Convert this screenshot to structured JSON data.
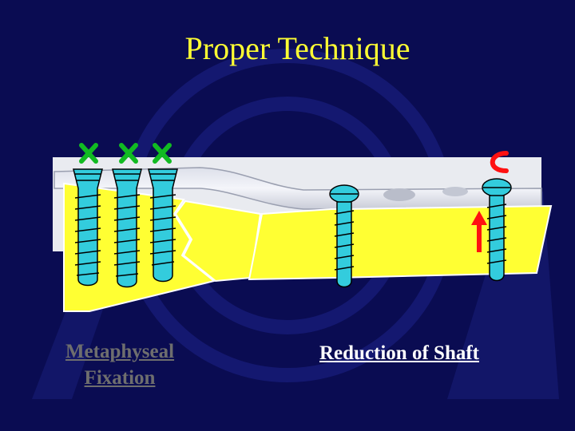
{
  "slide": {
    "title": "Proper Technique",
    "left_caption": [
      "Metaphyseal",
      "Fixation"
    ],
    "right_caption": "Reduction of Shaft"
  },
  "colors": {
    "background": "#0a0c52",
    "title": "#ffff33",
    "bone": "#ffff33",
    "screw": "#33ccdd",
    "x_mark": "#11bb22",
    "arrow": "#ff1111"
  },
  "icons": [
    "x-mark-icon",
    "x-mark-icon",
    "x-mark-icon",
    "red-arrow-icon",
    "curved-arrow-icon"
  ]
}
